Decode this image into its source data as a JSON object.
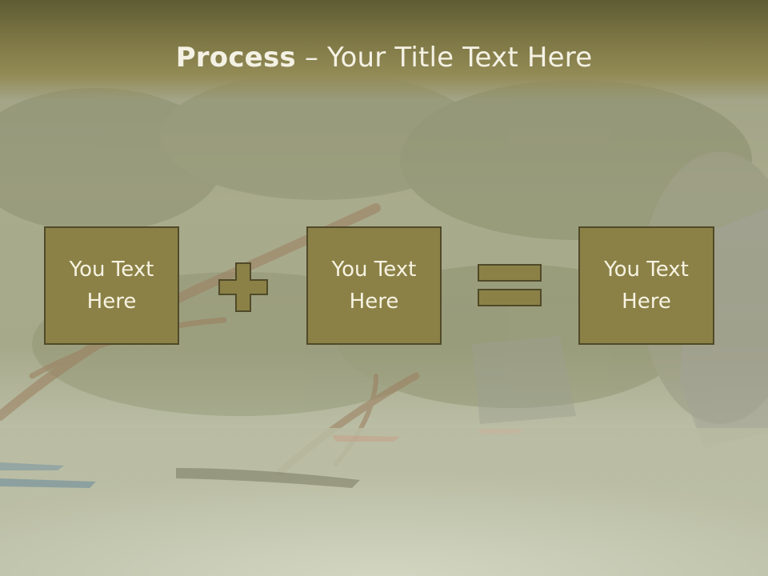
{
  "slide": {
    "title_strong": "Process",
    "title_rest": " – Your Title Text Here",
    "boxes": [
      {
        "line1": "You Text",
        "line2": "Here"
      },
      {
        "line1": "You Text",
        "line2": "Here"
      },
      {
        "line1": "You Text",
        "line2": "Here"
      }
    ],
    "operators": [
      "plus-icon",
      "equals-icon"
    ]
  },
  "colors": {
    "box_fill": "#8b8147",
    "box_border": "#4f4a28",
    "title_bar": "#7d7745",
    "text": "#f4f1e4"
  }
}
